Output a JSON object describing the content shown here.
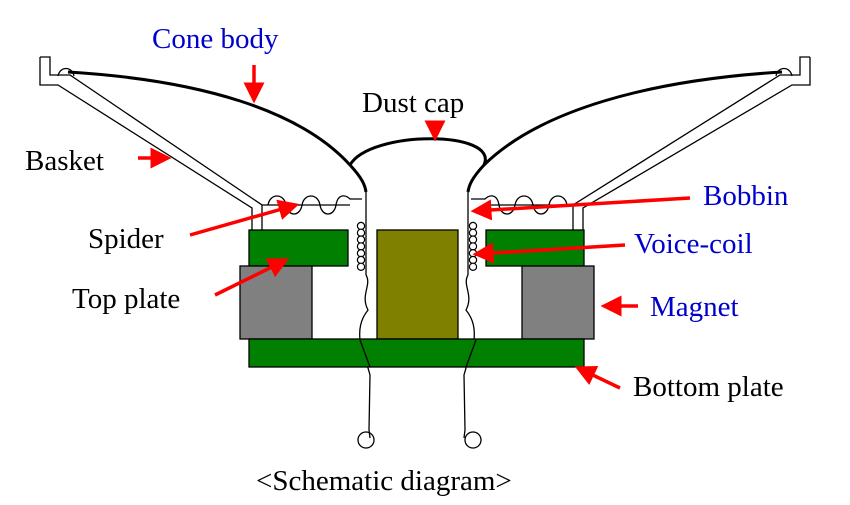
{
  "labels": {
    "cone_body": "Cone body",
    "dust_cap": "Dust cap",
    "basket": "Basket",
    "bobbin": "Bobbin",
    "spider": "Spider",
    "voice_coil": "Voice-coil",
    "top_plate": "Top plate",
    "magnet": "Magnet",
    "bottom_plate": "Bottom plate",
    "caption": "<Schematic diagram>"
  },
  "colors": {
    "label_blue": "#0000cc",
    "label_black": "#000000",
    "arrow": "#ff0000",
    "plate_green": "#007f00",
    "magnet_gray": "#808080",
    "pole_olive": "#808000"
  }
}
